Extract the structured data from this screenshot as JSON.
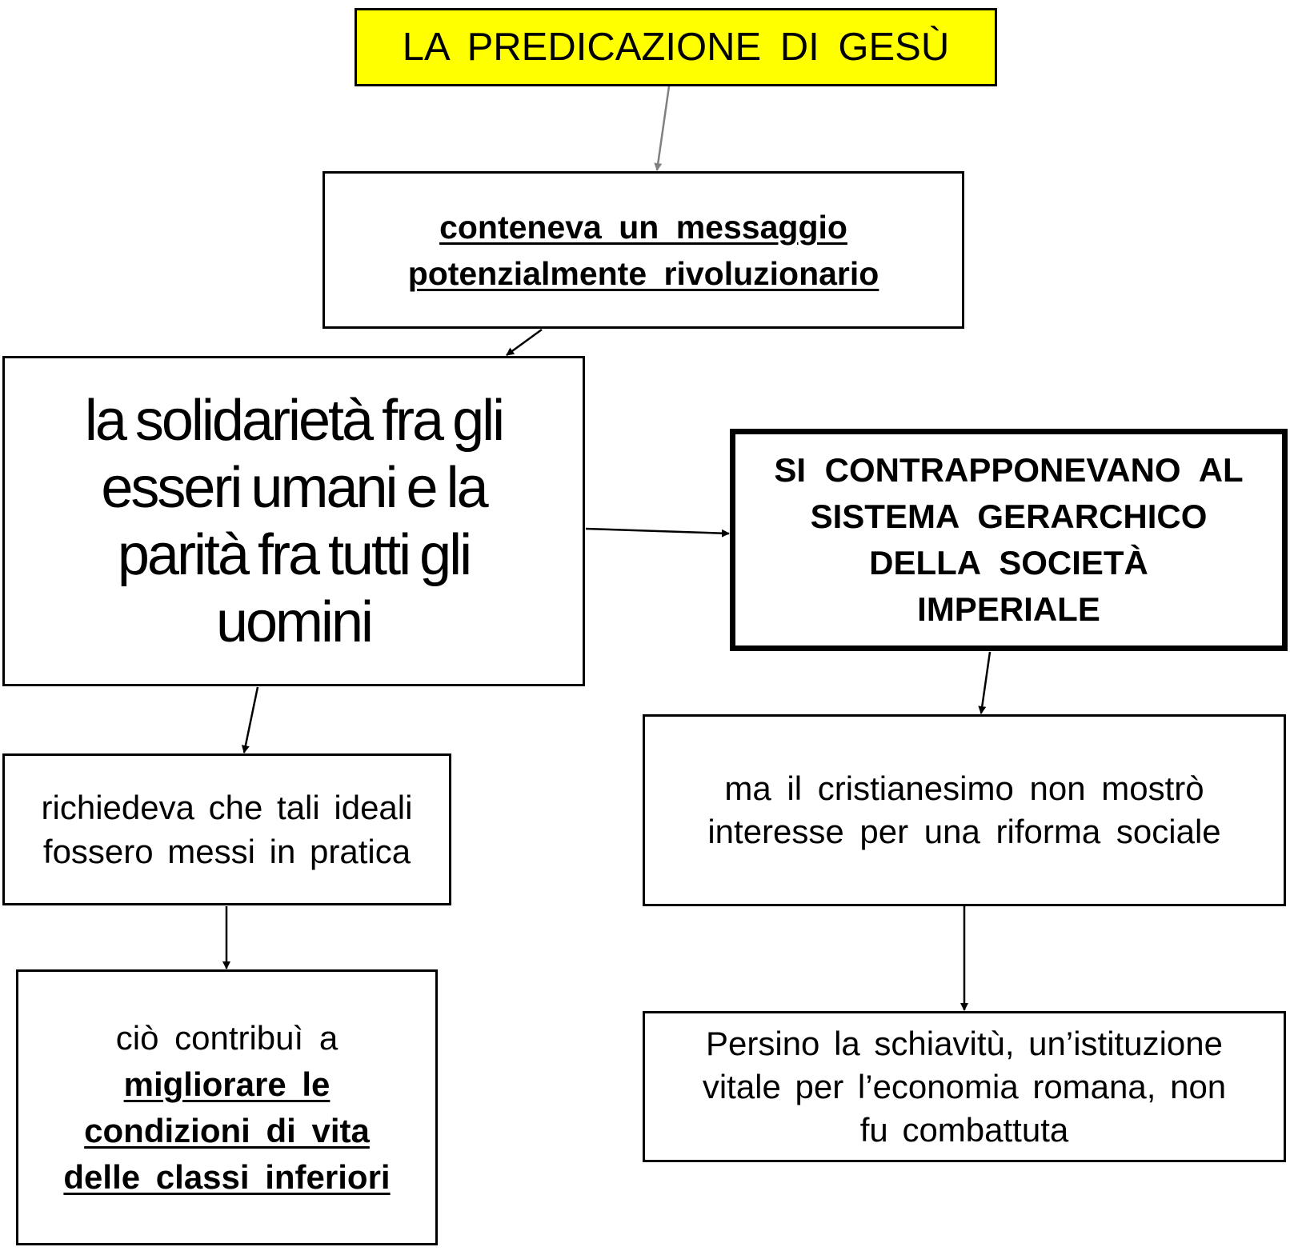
{
  "title": "LA  PREDICAZIONE  DI GESÙ",
  "message": {
    "line1": "conteneva  un  messaggio",
    "line2": "potenzialmente  rivoluzionario"
  },
  "values": {
    "line1": "la solidarietà fra gli",
    "line2": "esseri umani e la",
    "line3": "parità fra tutti gli",
    "line4": "uomini"
  },
  "contrast": {
    "line1": "SI  CONTRAPPONEVANO  AL",
    "line2": "SISTEMA  GERARCHICO",
    "line3": "DELLA  SOCIETÀ",
    "line4": "IMPERIALE"
  },
  "practice": {
    "line1": "richiedeva che tali ideali",
    "line2": "fossero messi in pratica"
  },
  "no_reform": {
    "line1": "ma il cristianesimo non mostrò",
    "line2": "interesse per una riforma sociale"
  },
  "contribution": {
    "line1": "ciò contribuì  a",
    "line2": "migliorare  le",
    "line3": "condizioni  di vita",
    "line4": "delle  classi  inferiori"
  },
  "slavery": {
    "line1": "Persino la schiavitù,  un’istituzione",
    "line2": "vitale per l’economia romana, non",
    "line3": "fu  combattuta"
  },
  "colors": {
    "title_bg": "#ffff00",
    "arrow_top": "#808080",
    "arrow": "#000000"
  }
}
